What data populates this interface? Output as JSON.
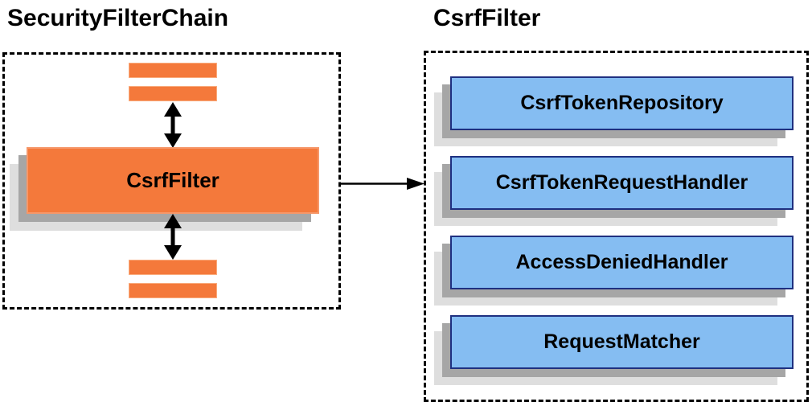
{
  "diagram": {
    "left_panel": {
      "title": "SecurityFilterChain",
      "filter_box_label": "CsrfFilter"
    },
    "right_panel": {
      "title": "CsrfFilter",
      "components": [
        "CsrfTokenRepository",
        "CsrfTokenRequestHandler",
        "AccessDeniedHandler",
        "RequestMatcher"
      ]
    },
    "colors": {
      "orange_fill": "#f4793b",
      "blue_fill": "#85bdf2",
      "blue_border": "#1f3080",
      "shadow_dark": "#a6a6a6",
      "shadow_light": "#dedede",
      "arrow": "#000000",
      "dashed_border": "#000000"
    }
  }
}
